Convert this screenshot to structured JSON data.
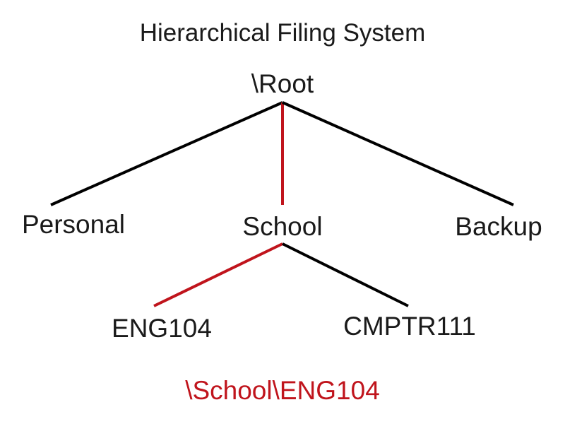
{
  "title": "Hierarchical Filing System",
  "colors": {
    "text": "#1a1a1a",
    "highlight": "#c0141c",
    "edge": "#000000"
  },
  "tree": {
    "root": "\\Root",
    "level1": [
      "Personal",
      "School",
      "Backup"
    ],
    "school_children": [
      "ENG104",
      "CMPTR111"
    ]
  },
  "highlighted_path": "\\School\\ENG104"
}
